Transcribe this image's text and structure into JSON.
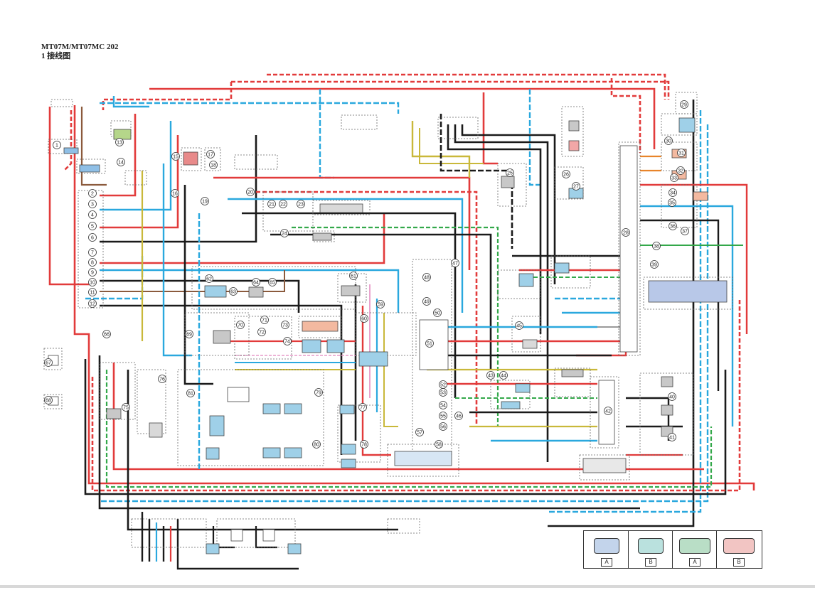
{
  "header": {
    "model_line": "MT07M/MT07MC 202",
    "subtitle": "1 接线图"
  },
  "legend": {
    "cells": [
      {
        "label": "A",
        "color": "#4a7fc2"
      },
      {
        "label": "B",
        "color": "#2fa59b"
      },
      {
        "label": "A",
        "color": "#2e9d55"
      },
      {
        "label": "B",
        "color": "#d7504a"
      }
    ]
  },
  "wire_colors": {
    "red": "#e23b3b",
    "blue": "#2aa8de",
    "black": "#1a1a1a",
    "yellow": "#c9b83a",
    "green": "#33a84a",
    "pink": "#e79ac8",
    "brown": "#8b5a3c",
    "gray": "#9a9a9a",
    "orange": "#e8842a"
  },
  "component_numbers": [
    "1",
    "2",
    "3",
    "4",
    "5",
    "6",
    "7",
    "8",
    "9",
    "10",
    "11",
    "12",
    "13",
    "14",
    "15",
    "16",
    "17",
    "18",
    "19",
    "20",
    "21",
    "22",
    "23",
    "24",
    "25",
    "26",
    "27",
    "28",
    "29",
    "30",
    "31",
    "32",
    "33",
    "34",
    "35",
    "36",
    "37",
    "38",
    "39",
    "40",
    "41",
    "42",
    "43",
    "44",
    "45",
    "46",
    "47",
    "48",
    "49",
    "50",
    "51",
    "52",
    "53",
    "54",
    "55",
    "56",
    "57",
    "58",
    "59",
    "60",
    "61",
    "62",
    "63",
    "64",
    "65",
    "66",
    "67",
    "68",
    "69",
    "70",
    "71",
    "72",
    "73",
    "74",
    "75",
    "76",
    "77",
    "78",
    "79",
    "80",
    "81"
  ]
}
